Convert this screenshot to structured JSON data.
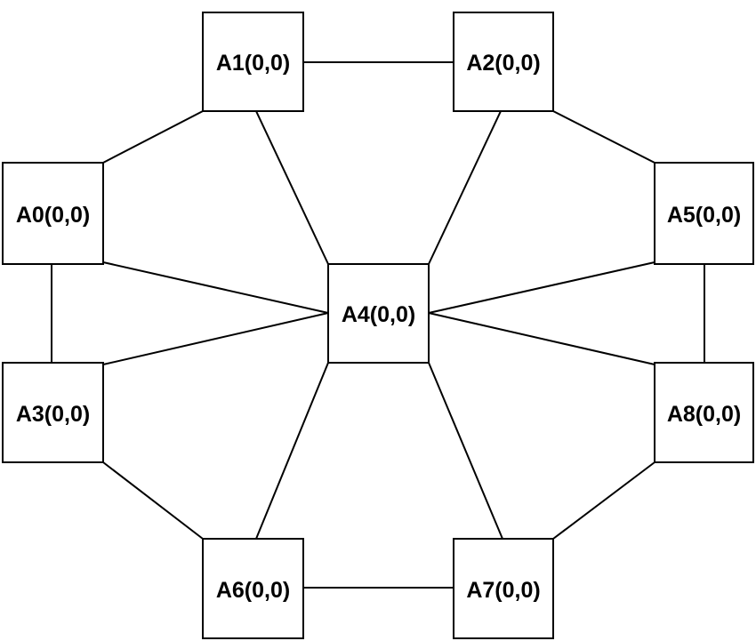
{
  "nodes": {
    "A0": "A0(0,0)",
    "A1": "A1(0,0)",
    "A2": "A2(0,0)",
    "A3": "A3(0,0)",
    "A4": "A4(0,0)",
    "A5": "A5(0,0)",
    "A6": "A6(0,0)",
    "A7": "A7(0,0)",
    "A8": "A8(0,0)"
  },
  "edges": [
    [
      "A1",
      "A2"
    ],
    [
      "A0",
      "A1"
    ],
    [
      "A2",
      "A5"
    ],
    [
      "A0",
      "A3"
    ],
    [
      "A5",
      "A8"
    ],
    [
      "A3",
      "A6"
    ],
    [
      "A8",
      "A7"
    ],
    [
      "A6",
      "A7"
    ],
    [
      "A4",
      "A0"
    ],
    [
      "A4",
      "A1"
    ],
    [
      "A4",
      "A2"
    ],
    [
      "A4",
      "A3"
    ],
    [
      "A4",
      "A5"
    ],
    [
      "A4",
      "A6"
    ],
    [
      "A4",
      "A7"
    ],
    [
      "A4",
      "A8"
    ]
  ],
  "colors": {
    "line": "#000000",
    "box_fill": "#ffffff",
    "text": "#000000"
  }
}
